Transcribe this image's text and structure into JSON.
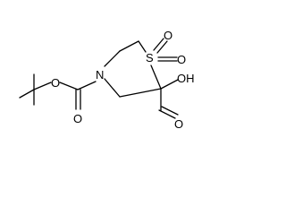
{
  "molecule": {
    "atoms": {
      "ring_sulfur": "S",
      "sulfonyl_oxygen_top": "O",
      "sulfonyl_oxygen_right": "O",
      "ring_nitrogen": "N",
      "carbamate_ether_oxygen": "O",
      "carbamate_carbonyl_oxygen": "O",
      "acid_carbonyl_oxygen": "O",
      "acid_hydroxyl": "OH"
    },
    "colors": {
      "bond": "#000000",
      "label": "#000000",
      "background": "#ffffff"
    }
  }
}
